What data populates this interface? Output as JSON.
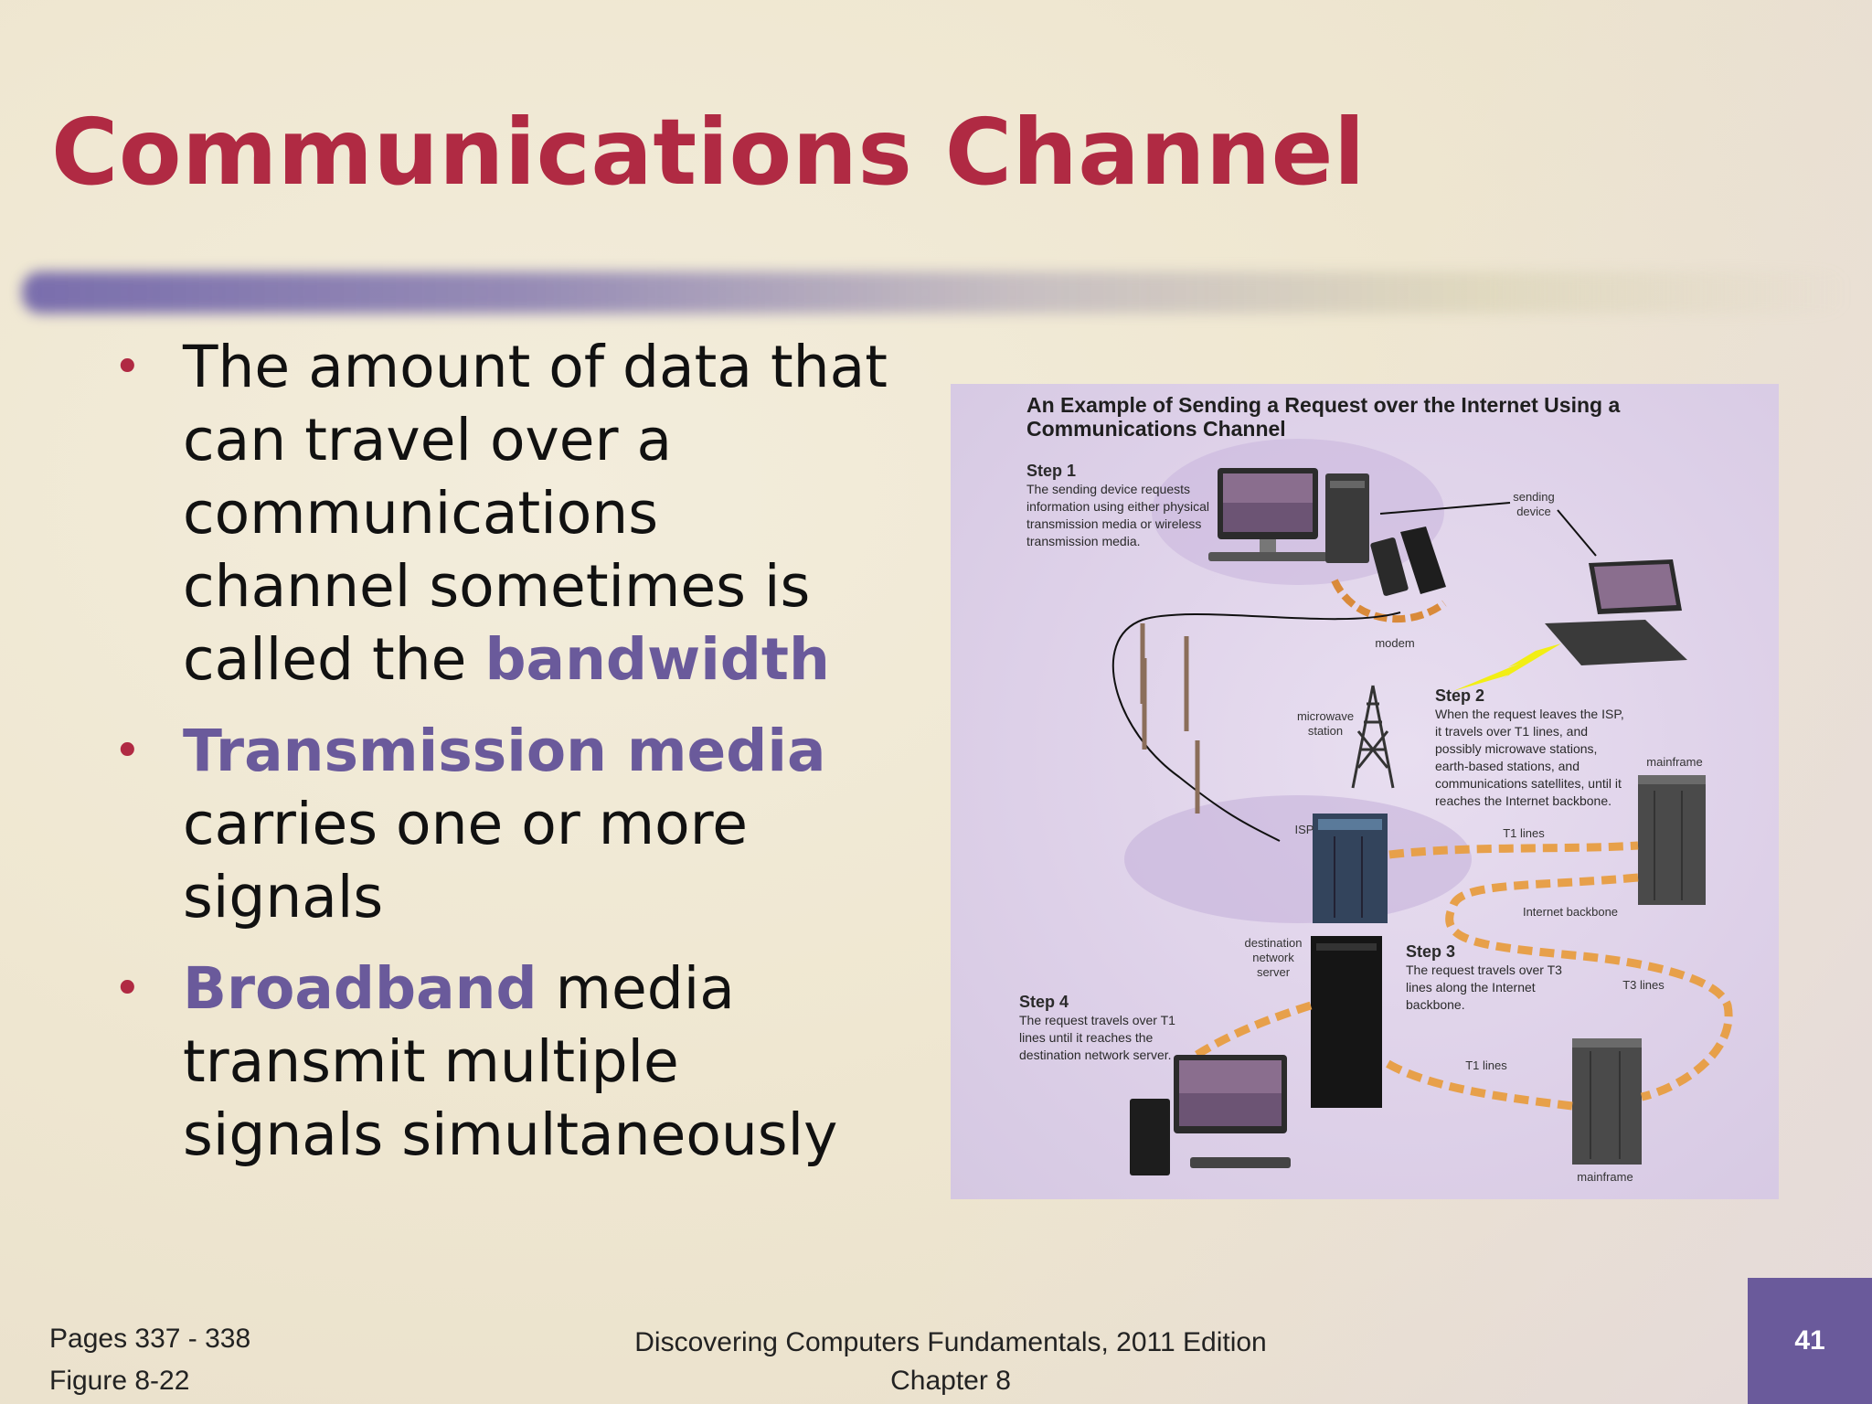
{
  "slide": {
    "title": "Communications Channel",
    "bullets": [
      {
        "pre": "The amount of data that can travel over a communications channel sometimes is called the ",
        "highlight": "bandwidth",
        "post": ""
      },
      {
        "pre": "",
        "highlight": "Transmission media",
        "post": " carries one or more signals"
      },
      {
        "pre": "",
        "highlight": "Broadband",
        "post": " media transmit multiple signals simultaneously"
      }
    ],
    "footer": {
      "pages": "Pages 337 - 338",
      "figure": "Figure 8-22",
      "book": "Discovering Computers Fundamentals, 2011 Edition",
      "chapter": "Chapter 8",
      "page_number": "41"
    }
  },
  "figure": {
    "title": "An Example of Sending a Request over the Internet Using a Communications Channel",
    "steps": [
      {
        "heading": "Step 1",
        "text": "The sending device requests information using either physical transmission media or wireless transmission media."
      },
      {
        "heading": "Step 2",
        "text": "When the request leaves the ISP, it travels over T1 lines, and possibly microwave stations, earth-based stations, and communications satellites, until it reaches the Internet backbone."
      },
      {
        "heading": "Step 3",
        "text": "The request travels over T3 lines along the Internet backbone."
      },
      {
        "heading": "Step 4",
        "text": "The request travels over T1 lines until it reaches the destination network server."
      }
    ],
    "labels": {
      "sending_device": "sending device",
      "modem": "modem",
      "microwave_station": "microwave station",
      "isp": "ISP",
      "mainframe_top": "mainframe",
      "t1_lines_top": "T1 lines",
      "internet_backbone": "Internet backbone",
      "destination_server": "destination network server",
      "t3_lines": "T3 lines",
      "t1_lines_bottom": "T1 lines",
      "mainframe_bottom": "mainframe"
    },
    "colors": {
      "accent_red": "#b02a43",
      "accent_purple": "#6a5a9b",
      "panel": "#ddd0e8"
    }
  }
}
